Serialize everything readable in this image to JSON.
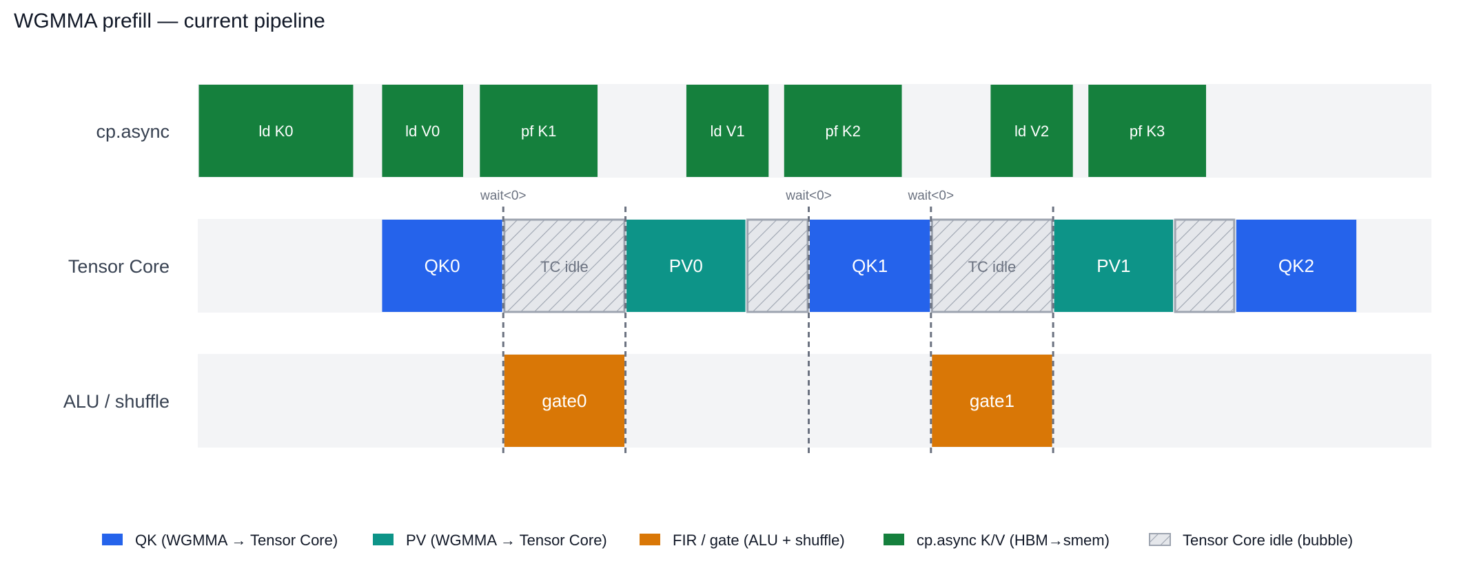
{
  "title": "WGMMA prefill — current pipeline",
  "colors": {
    "lane_bg": "#f3f4f6",
    "qk": "#2563eb",
    "pv": "#0d9488",
    "gate": "#d97706",
    "cpasync": "#15803d",
    "idle_fill": "#e5e7eb",
    "idle_stroke": "#9ca3af",
    "marker": "#6b7280",
    "title_text": "#111827",
    "lane_label_text": "#374151",
    "block_text": "#ffffff",
    "idle_text": "#6b7280"
  },
  "lanes": [
    {
      "id": "cpasync",
      "label": "cp.async",
      "blocks": [
        {
          "label": "ld K0",
          "type": "cpasync",
          "start": 0,
          "end": 1.28
        },
        {
          "label": "ld V0",
          "type": "cpasync",
          "start": 1.5,
          "end": 2.18
        },
        {
          "label": "pf K1",
          "type": "cpasync",
          "start": 2.3,
          "end": 3.28
        },
        {
          "label": "ld V1",
          "type": "cpasync",
          "start": 3.99,
          "end": 4.68
        },
        {
          "label": "pf K2",
          "type": "cpasync",
          "start": 4.79,
          "end": 5.77
        },
        {
          "label": "ld V2",
          "type": "cpasync",
          "start": 6.48,
          "end": 7.17
        },
        {
          "label": "pf K3",
          "type": "cpasync",
          "start": 7.28,
          "end": 8.26
        }
      ]
    },
    {
      "id": "tensor",
      "label": "Tensor Core",
      "blocks": [
        {
          "label": "QK0",
          "type": "qk",
          "start": 1.5,
          "end": 2.5
        },
        {
          "label": "TC idle",
          "type": "idle",
          "start": 2.5,
          "end": 3.5
        },
        {
          "label": "PV0",
          "type": "pv",
          "start": 3.5,
          "end": 4.49
        },
        {
          "label": "",
          "type": "idle",
          "start": 4.49,
          "end": 5.0
        },
        {
          "label": "QK1",
          "type": "qk",
          "start": 5.0,
          "end": 6.0
        },
        {
          "label": "TC idle",
          "type": "idle",
          "start": 6.0,
          "end": 7.0
        },
        {
          "label": "PV1",
          "type": "pv",
          "start": 7.0,
          "end": 7.99
        },
        {
          "label": "",
          "type": "idle",
          "start": 7.99,
          "end": 8.49
        },
        {
          "label": "QK2",
          "type": "qk",
          "start": 8.49,
          "end": 9.49
        }
      ]
    },
    {
      "id": "alu",
      "label": "ALU / shuffle",
      "blocks": [
        {
          "label": "gate0",
          "type": "gate",
          "start": 2.5,
          "end": 3.5
        },
        {
          "label": "gate1",
          "type": "gate",
          "start": 6.0,
          "end": 7.0
        }
      ]
    }
  ],
  "markers": [
    {
      "t": 2.5,
      "label": "wait<0>"
    },
    {
      "t": 3.5,
      "label": ""
    },
    {
      "t": 5.0,
      "label": "wait<0>"
    },
    {
      "t": 6.0,
      "label": "wait<0>"
    },
    {
      "t": 7.0,
      "label": ""
    }
  ],
  "legend": [
    {
      "type": "qk",
      "label": "QK  (WGMMA → Tensor Core)"
    },
    {
      "type": "pv",
      "label": "PV  (WGMMA → Tensor Core)"
    },
    {
      "type": "gate",
      "label": "FIR / gate  (ALU + shuffle)"
    },
    {
      "type": "cpasync",
      "label": "cp.async  K/V (HBM→smem)"
    },
    {
      "type": "idle",
      "label": "Tensor Core idle (bubble)"
    }
  ]
}
